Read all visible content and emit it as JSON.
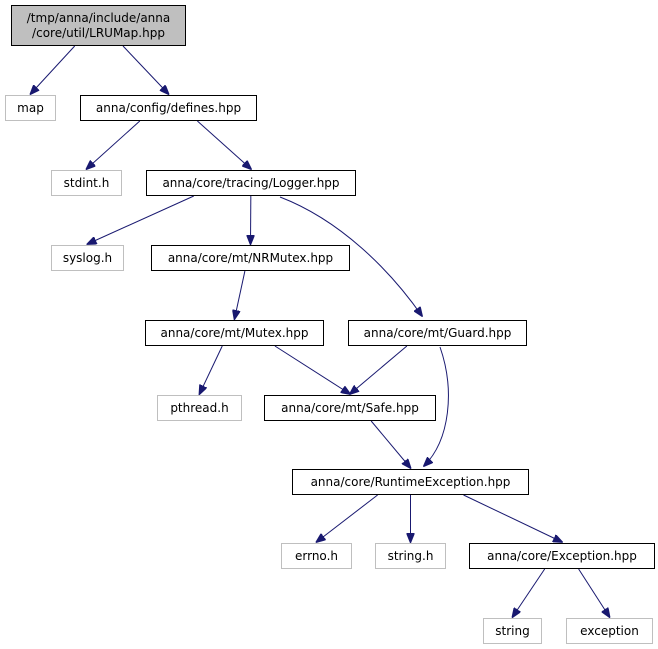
{
  "colors": {
    "edge": "#191970",
    "root_fill": "#bfbfbf",
    "external_border": "#bfbfbf",
    "internal_border": "#000000",
    "text": "#000000"
  },
  "nodes": [
    {
      "id": "lrumap",
      "kind": "root",
      "lines": [
        "/tmp/anna/include/anna",
        "/core/util/LRUMap.hpp"
      ]
    },
    {
      "id": "map",
      "kind": "external",
      "lines": [
        "map"
      ]
    },
    {
      "id": "defines",
      "kind": "internal",
      "lines": [
        "anna/config/defines.hpp"
      ]
    },
    {
      "id": "stdint",
      "kind": "external",
      "lines": [
        "stdint.h"
      ]
    },
    {
      "id": "logger",
      "kind": "internal",
      "lines": [
        "anna/core/tracing/Logger.hpp"
      ]
    },
    {
      "id": "syslog",
      "kind": "external",
      "lines": [
        "syslog.h"
      ]
    },
    {
      "id": "nrmutex",
      "kind": "internal",
      "lines": [
        "anna/core/mt/NRMutex.hpp"
      ]
    },
    {
      "id": "mutex",
      "kind": "internal",
      "lines": [
        "anna/core/mt/Mutex.hpp"
      ]
    },
    {
      "id": "guard",
      "kind": "internal",
      "lines": [
        "anna/core/mt/Guard.hpp"
      ]
    },
    {
      "id": "pthread",
      "kind": "external",
      "lines": [
        "pthread.h"
      ]
    },
    {
      "id": "safe",
      "kind": "internal",
      "lines": [
        "anna/core/mt/Safe.hpp"
      ]
    },
    {
      "id": "runtimeexc",
      "kind": "internal",
      "lines": [
        "anna/core/RuntimeException.hpp"
      ]
    },
    {
      "id": "errno",
      "kind": "external",
      "lines": [
        "errno.h"
      ]
    },
    {
      "id": "stringh",
      "kind": "external",
      "lines": [
        "string.h"
      ]
    },
    {
      "id": "exception_hpp",
      "kind": "internal",
      "lines": [
        "anna/core/Exception.hpp"
      ]
    },
    {
      "id": "string",
      "kind": "external",
      "lines": [
        "string"
      ]
    },
    {
      "id": "exception",
      "kind": "external",
      "lines": [
        "exception"
      ]
    }
  ],
  "edges": [
    {
      "from": "lrumap",
      "to": "map"
    },
    {
      "from": "lrumap",
      "to": "defines"
    },
    {
      "from": "defines",
      "to": "stdint"
    },
    {
      "from": "defines",
      "to": "logger"
    },
    {
      "from": "logger",
      "to": "syslog"
    },
    {
      "from": "logger",
      "to": "nrmutex"
    },
    {
      "from": "logger",
      "to": "guard"
    },
    {
      "from": "nrmutex",
      "to": "mutex"
    },
    {
      "from": "mutex",
      "to": "pthread"
    },
    {
      "from": "mutex",
      "to": "safe"
    },
    {
      "from": "guard",
      "to": "safe"
    },
    {
      "from": "guard",
      "to": "runtimeexc"
    },
    {
      "from": "safe",
      "to": "runtimeexc"
    },
    {
      "from": "runtimeexc",
      "to": "errno"
    },
    {
      "from": "runtimeexc",
      "to": "stringh"
    },
    {
      "from": "runtimeexc",
      "to": "exception_hpp"
    },
    {
      "from": "exception_hpp",
      "to": "string"
    },
    {
      "from": "exception_hpp",
      "to": "exception"
    }
  ]
}
